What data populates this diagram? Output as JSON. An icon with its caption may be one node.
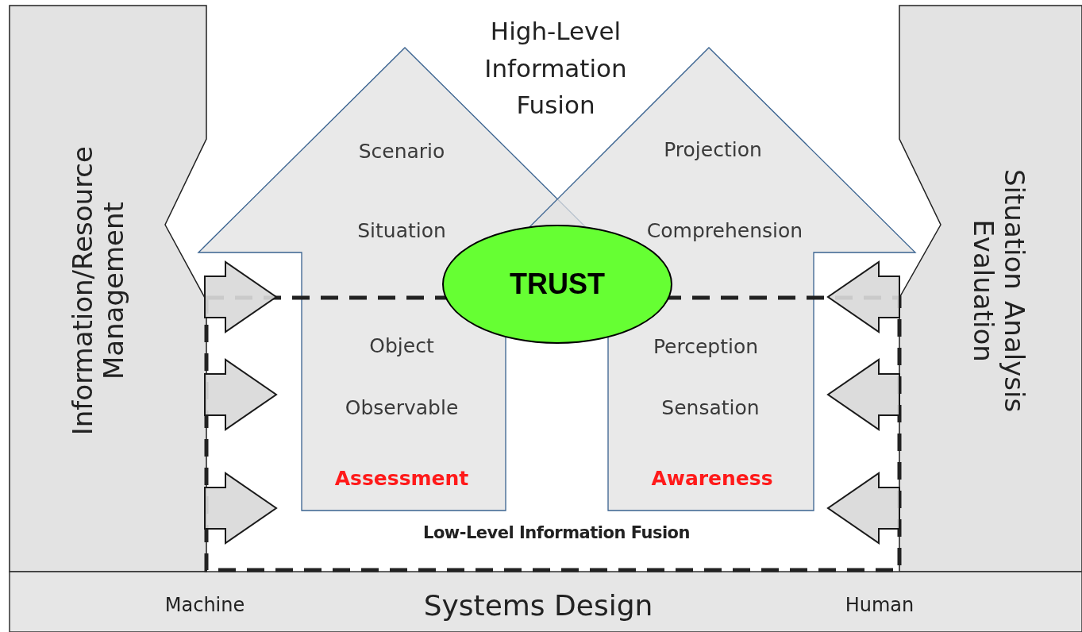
{
  "diagram": {
    "nodes": [
      {
        "text": [
          "Information/Resource Management"
        ]
      },
      {
        "text": [
          "Situation  Analysis Evaluation"
        ]
      },
      {
        "text": [
          "Scenario",
          "Situation",
          "Object",
          "Observable",
          "Assessment"
        ]
      },
      {
        "text": [
          "Projection",
          "Comprehension",
          "Perception",
          "Sensation",
          "Awareness"
        ]
      },
      {
        "text": [
          "TRUST"
        ]
      },
      {
        "text": [
          "Machine",
          "Systems Design",
          "Human"
        ]
      }
    ],
    "edges": [
      {
        "from": 0,
        "to": null,
        "arrow": "to"
      },
      {
        "from": 0,
        "to": null,
        "arrow": "to"
      },
      {
        "from": 0,
        "to": null,
        "arrow": "to"
      },
      {
        "from": 1,
        "to": null,
        "arrow": "to"
      },
      {
        "from": 1,
        "to": null,
        "arrow": "to"
      },
      {
        "from": 1,
        "to": null,
        "arrow": "to"
      }
    ],
    "labels": [
      "High-Level Information Fusion",
      "Low-Level Information Fusion"
    ]
  }
}
